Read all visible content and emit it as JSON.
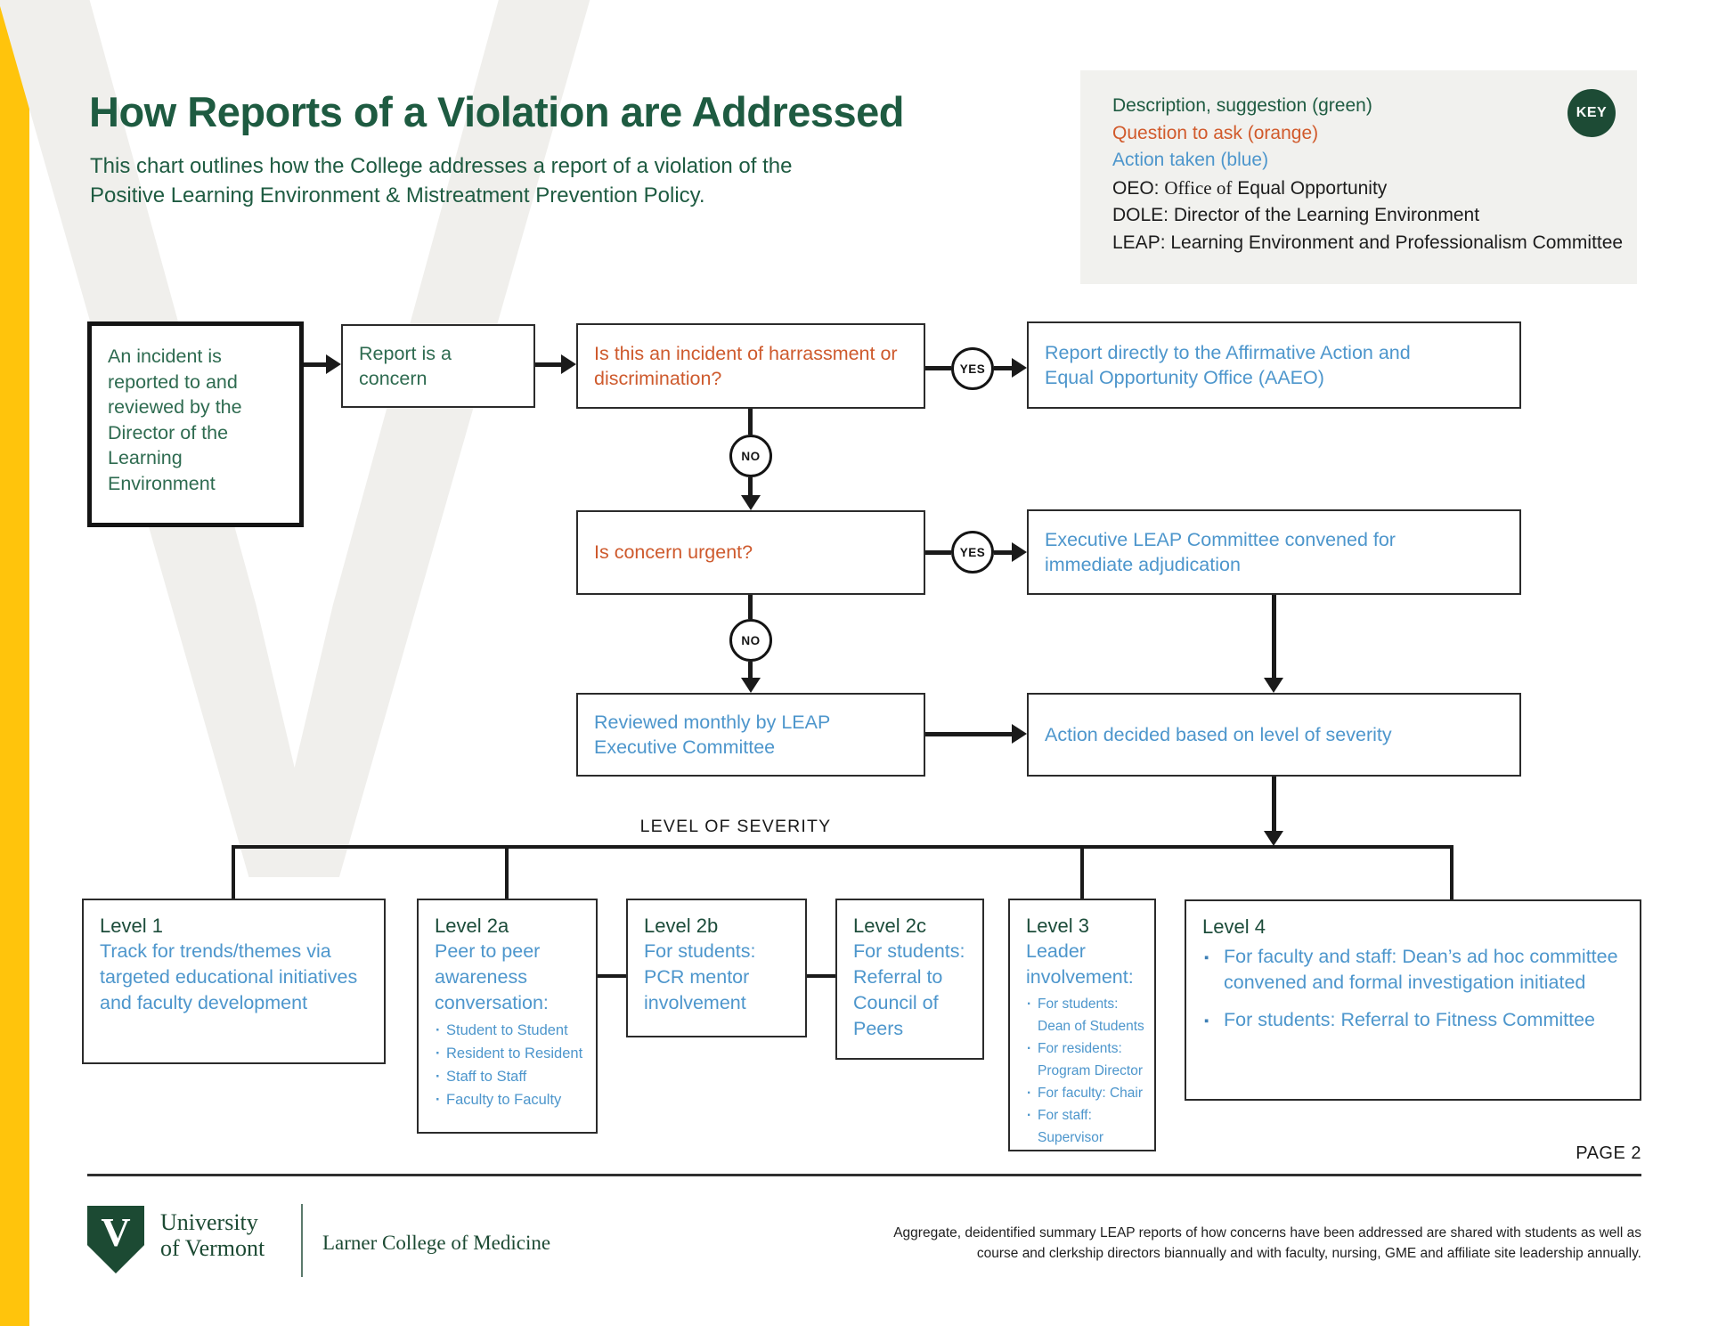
{
  "page": {
    "title": "How Reports of a Violation are Addressed",
    "subtitle_line1": "This chart outlines how the College addresses a report of a violation of the",
    "subtitle_line2": "Positive Learning Environment & Mistreatment Prevention Policy.",
    "page_label": "PAGE 2",
    "watermark_letter": "V"
  },
  "key": {
    "badge": "KEY",
    "green_line": "Description, suggestion (green)",
    "orange_line": "Question to ask (orange)",
    "blue_line": "Action taken (blue)",
    "oeo": {
      "prefix": "OEO: ",
      "serif": "Office of",
      "rest": " Equal Opportunity"
    },
    "dole_line": "DOLE: Director of the Learning Environment",
    "leap_line": "LEAP: Learning Environment and Professionalism Committee"
  },
  "flow": {
    "yes": "YES",
    "no": "NO",
    "incident": "An incident is reported to and reviewed by the Director of the Learning Environment",
    "concern": "Report is a concern",
    "harassment_question": "Is this an incident of harrassment or discrimination?",
    "aaeo_line1": "Report directly to the Affirmative Action and",
    "aaeo_line2": "Equal Opportunity Office (AAEO)",
    "urgent_question": "Is concern urgent?",
    "exec_line1": "Executive LEAP Committee convened for",
    "exec_line2": "immediate adjudication",
    "monthly_line1": "Reviewed monthly by LEAP",
    "monthly_line2": "Executive Committee",
    "action": "Action decided based on level of severity"
  },
  "severity": {
    "label": "LEVEL OF SEVERITY",
    "level1": {
      "heading": "Level 1",
      "body": "Track for trends/themes via targeted educational initiatives and faculty development"
    },
    "level2a": {
      "heading": "Level 2a",
      "body": "Peer to peer awareness conversation:",
      "bullets": [
        "Student to Student",
        "Resident to Resident",
        "Staff to Staff",
        "Faculty to Faculty"
      ]
    },
    "level2b": {
      "heading": "Level 2b",
      "body": "For students: PCR mentor involvement"
    },
    "level2c": {
      "heading": "Level 2c",
      "body": "For students: Referral to Council of Peers"
    },
    "level3": {
      "heading": "Level 3",
      "body": "Leader involvement:",
      "bullets": [
        "For students: Dean of Students",
        "For residents: Program Director",
        "For faculty: Chair",
        "For staff: Supervisor"
      ]
    },
    "level4": {
      "heading": "Level 4",
      "bullets": [
        "For faculty and staff: Dean’s ad hoc committee convened and formal investigation initiated",
        "For students: Referral to Fitness Committee"
      ]
    }
  },
  "footer": {
    "shield_letter": "V",
    "university_line1": "University",
    "university_line2": "of Vermont",
    "college": "Larner College of Medicine",
    "note_line1": "Aggregate, deidentified summary LEAP reports of how concerns have been addressed are shared with students as well as",
    "note_line2": "course and clerkship directors biannually and with faculty, nursing, GME and affiliate site leadership annually."
  },
  "colors": {
    "title_green": "#1E5B41",
    "text_green": "#2E6B50",
    "orange": "#CE5A2D",
    "blue": "#4D96CC",
    "uvm_green": "#1C4A33",
    "gold": "#FFC40C",
    "key_panel_bg": "#F1F1EE"
  }
}
